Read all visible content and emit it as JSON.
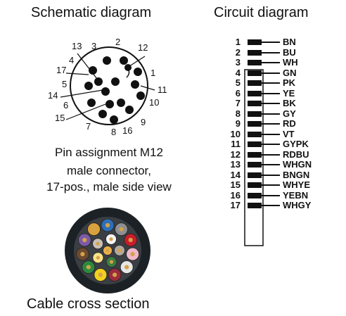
{
  "headings": {
    "schematic": "Schematic diagram",
    "circuit": "Circuit diagram",
    "cable": "Cable cross section"
  },
  "pin_caption": {
    "line1": "Pin assignment M12",
    "line2": "male connector,",
    "line3": "17-pos., male side view"
  },
  "schematic_labels": [
    "1",
    "2",
    "3",
    "4",
    "5",
    "6",
    "7",
    "8",
    "9",
    "10",
    "11",
    "12",
    "13",
    "14",
    "15",
    "16",
    "17"
  ],
  "circuit": [
    {
      "pin": "1",
      "code": "BN"
    },
    {
      "pin": "2",
      "code": "BU"
    },
    {
      "pin": "3",
      "code": "WH"
    },
    {
      "pin": "4",
      "code": "GN"
    },
    {
      "pin": "5",
      "code": "PK"
    },
    {
      "pin": "6",
      "code": "YE"
    },
    {
      "pin": "7",
      "code": "BK"
    },
    {
      "pin": "8",
      "code": "GY"
    },
    {
      "pin": "9",
      "code": "RD"
    },
    {
      "pin": "10",
      "code": "VT"
    },
    {
      "pin": "11",
      "code": "GYPK"
    },
    {
      "pin": "12",
      "code": "RDBU"
    },
    {
      "pin": "13",
      "code": "WHGN"
    },
    {
      "pin": "14",
      "code": "BNGN"
    },
    {
      "pin": "15",
      "code": "WHYE"
    },
    {
      "pin": "16",
      "code": "YEBN"
    },
    {
      "pin": "17",
      "code": "WHGY"
    }
  ],
  "colors": {
    "line": "#111111",
    "cable_jacket": "#1c2126",
    "cable_inner": "#3a3f44"
  },
  "cable_wires": [
    {
      "color": "#2f6fb7"
    },
    {
      "color": "#8d8f92"
    },
    {
      "color": "#c81d2a"
    },
    {
      "color": "#f0b8c9"
    },
    {
      "color": "#e6e6e6"
    },
    {
      "color": "#9b2b3d"
    },
    {
      "color": "#f2d21c"
    },
    {
      "color": "#2b8a3e"
    },
    {
      "color": "#6c4a2e"
    },
    {
      "color": "#7b5aa6"
    },
    {
      "color": "#d9a13b"
    },
    {
      "color": "#f5f5f5"
    },
    {
      "color": "#b0a89f"
    },
    {
      "color": "#3c7d3f"
    },
    {
      "color": "#f7e28a"
    },
    {
      "color": "#c9c0b6"
    },
    {
      "color": "#e8b04a"
    }
  ]
}
